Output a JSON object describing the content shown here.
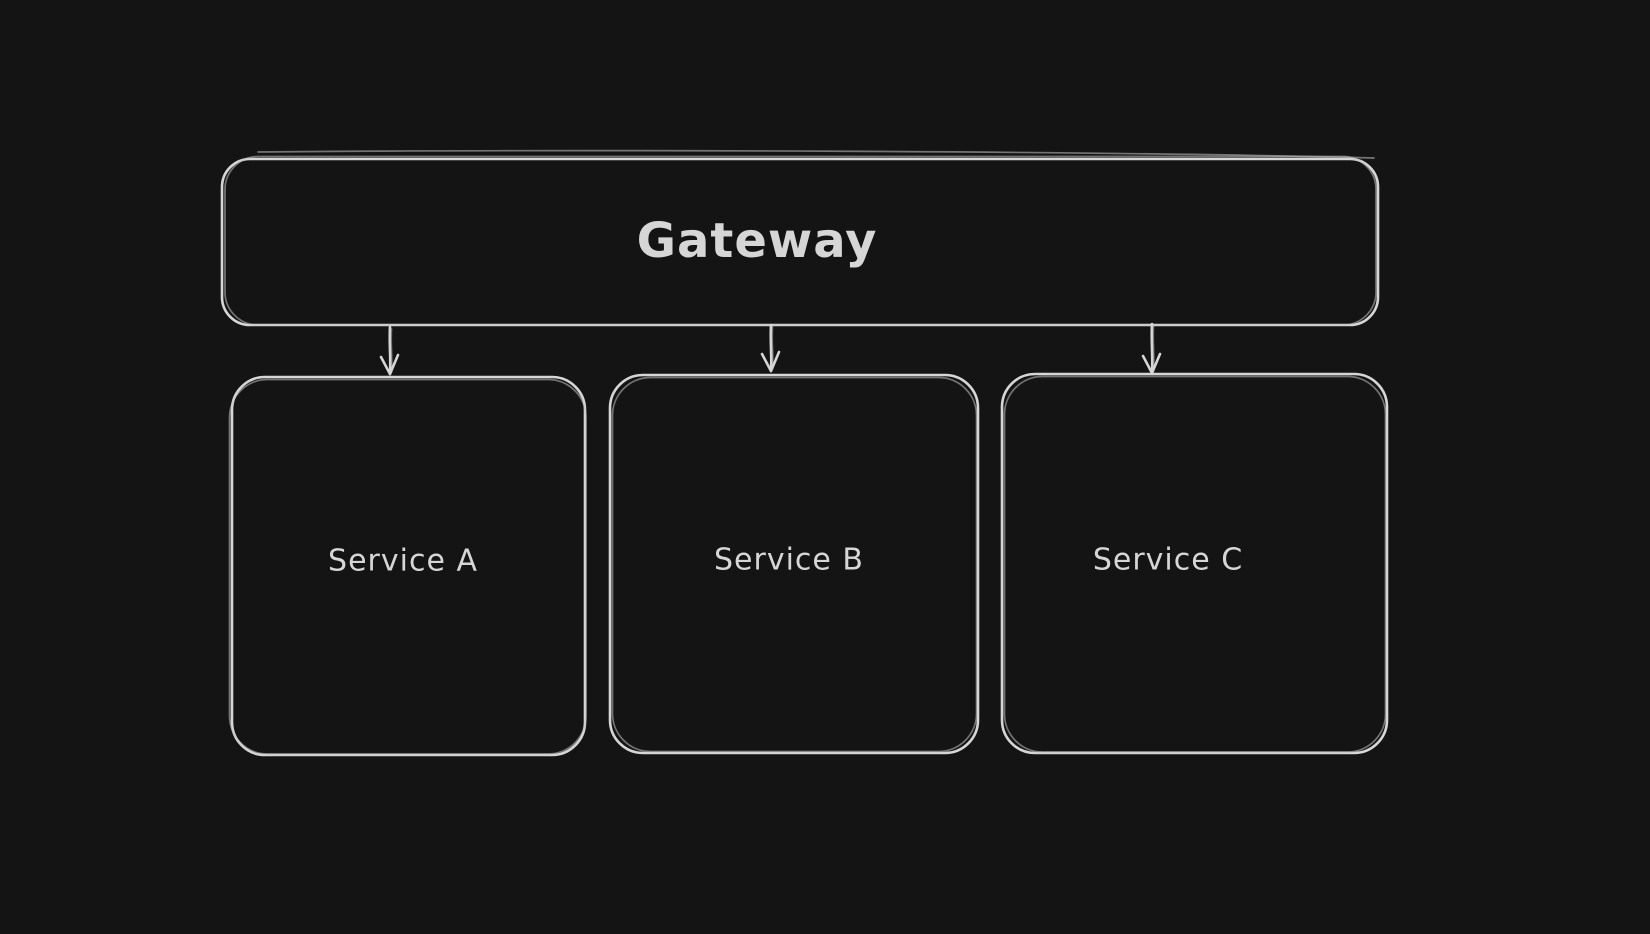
{
  "theme": {
    "canvas_background": "#141414",
    "stroke_color": "#d6d6d6",
    "text_color": "#d6d6d6"
  },
  "diagram": {
    "type": "architecture-flowchart",
    "style": "hand-drawn",
    "nodes": [
      {
        "id": "gateway",
        "label": "Gateway"
      },
      {
        "id": "service-a",
        "label": "Service A"
      },
      {
        "id": "service-b",
        "label": "Service B"
      },
      {
        "id": "service-c",
        "label": "Service C"
      }
    ],
    "edges": [
      {
        "from": "gateway",
        "to": "service-a",
        "direction": "down",
        "arrowhead": "arrow"
      },
      {
        "from": "gateway",
        "to": "service-b",
        "direction": "down",
        "arrowhead": "arrow"
      },
      {
        "from": "gateway",
        "to": "service-c",
        "direction": "down",
        "arrowhead": "arrow"
      }
    ]
  }
}
